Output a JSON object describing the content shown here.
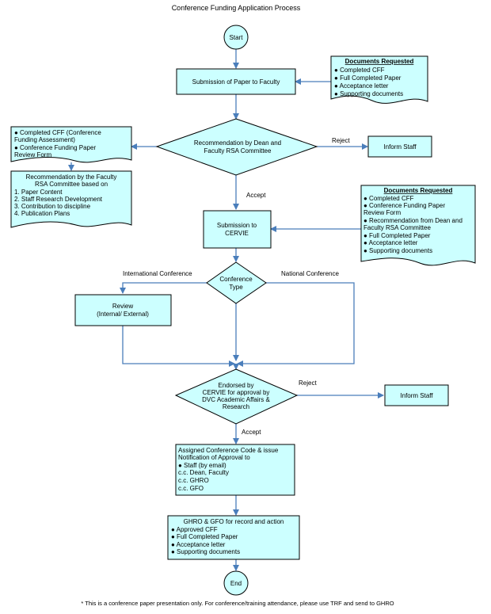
{
  "title": "Conference Funding Application Process",
  "footnote": "* This is a conference paper presentation only. For conference/training attendance, please use TRF and send to GHRO",
  "colors": {
    "fill": "#ccffff",
    "stroke": "#000000",
    "connector": "#4a7ebb"
  },
  "nodes": {
    "start": "Start",
    "end": "End",
    "submission_faculty": "Submission of Paper to Faculty",
    "docs1_title": "Documents Requested",
    "docs1_items": [
      "Completed CFF",
      "Full Completed Paper",
      "Acceptance letter",
      "Supporting documents"
    ],
    "decision1": [
      "Recommendation by Dean and",
      "Faculty RSA Committee"
    ],
    "reject1": "Reject",
    "accept1": "Accept",
    "inform1": "Inform Staff",
    "cff_doc_lines": [
      "● Completed CFF (Conference",
      "Funding Assessment)",
      "● Conference Funding Paper",
      "Review Form"
    ],
    "recommend_title": [
      "Recommendation by the Faculty",
      "RSA Committee based on"
    ],
    "recommend_items": [
      "1. Paper Content",
      "2. Staff Research Development",
      "3. Contribution to discipline",
      "4. Publication Plans"
    ],
    "submission_cervie": [
      "Submission to",
      "CERVIE"
    ],
    "docs2_title": "Documents Requested",
    "docs2_lines": [
      "● Completed CFF",
      "● Conference Funding Paper",
      "Review Form",
      "● Recommendation from Dean and",
      "Faculty RSA Committee",
      "● Full Completed Paper",
      "● Acceptance letter",
      "● Supporting documents"
    ],
    "decision2": [
      "Conference",
      "Type"
    ],
    "intl_label": "International Conference",
    "natl_label": "National Conference",
    "review": [
      "Review",
      "(Internal/ External)"
    ],
    "decision3": [
      "Endorsed by",
      "CERVIE for approval by",
      "DVC Academic Affairs &",
      "Research"
    ],
    "reject2": "Reject",
    "accept2": "Accept",
    "inform2": "Inform Staff",
    "assigned_lines": [
      "Assigned Conference Code & issue",
      "Notification of Approval to",
      "● Staff (by email)",
      "c.c. Dean, Faculty",
      "c.c. GHRO",
      "c.c. GFO"
    ],
    "ghro_title": "GHRO & GFO for record and action",
    "ghro_items": [
      "● Approved CFF",
      "● Full Completed Paper",
      "● Acceptance letter",
      "● Supporting documents"
    ]
  }
}
